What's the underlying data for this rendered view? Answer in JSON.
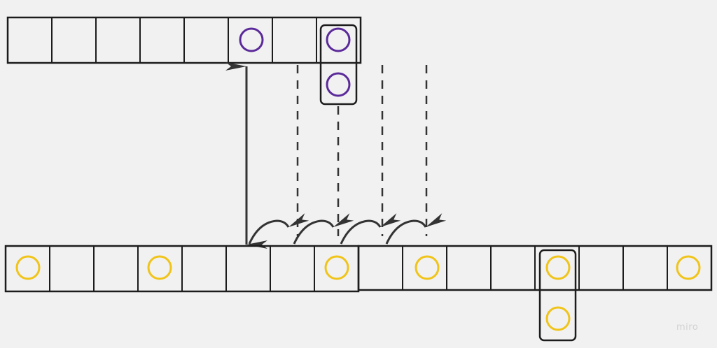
{
  "watermark": "miro",
  "colors": {
    "background": "#f1f1f1",
    "stroke": "#1c1c1c",
    "purple_marker": "#5b2a9a",
    "yellow_marker": "#f0c419",
    "arrow": "#333333"
  },
  "top_array": {
    "cell_count": 8,
    "marked_cells": [
      5,
      7
    ],
    "highlighted_cell": 7,
    "extension_marker_below_cell": 7
  },
  "bottom_array_left": {
    "cell_count": 8,
    "marked_cells": [
      0,
      3,
      7
    ]
  },
  "bottom_array_right": {
    "cell_count": 8,
    "marked_cells": [
      1,
      4,
      7
    ],
    "highlighted_cell": 4,
    "extension_marker_below_cell": 4
  },
  "arrows": {
    "double_headed": 1,
    "dashed_guides": 4,
    "curved_shifts": 4
  },
  "icons": {
    "marker": "circle-marker-icon",
    "arrowhead": "arrowhead-icon"
  }
}
